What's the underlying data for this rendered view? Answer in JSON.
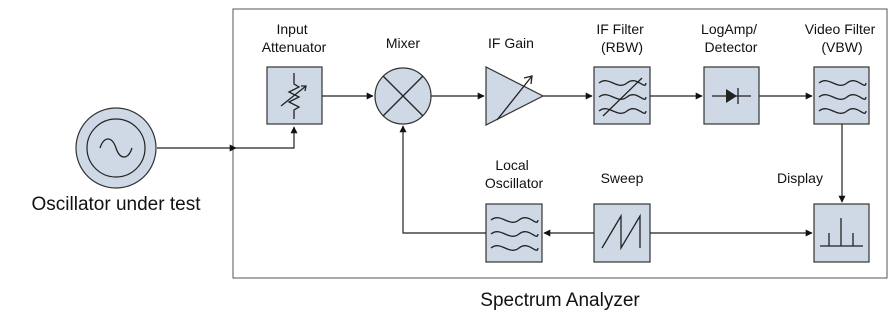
{
  "diagram": {
    "source_label": "Oscillator under test",
    "analyzer_label": "Spectrum Analyzer",
    "blocks": {
      "attenuator": [
        "Input",
        "Attenuator"
      ],
      "mixer": [
        "Mixer"
      ],
      "if_gain": [
        "IF Gain"
      ],
      "if_filter": [
        "IF Filter",
        "(RBW)"
      ],
      "logamp": [
        "LogAmp/",
        "Detector"
      ],
      "video_filter": [
        "Video Filter",
        "(VBW)"
      ],
      "local_oscillator": [
        "Local",
        "Oscillator"
      ],
      "sweep": [
        "Sweep"
      ],
      "display": [
        "Display"
      ]
    },
    "colors": {
      "block_fill": "#cfd9e6",
      "line": "#222222"
    }
  }
}
